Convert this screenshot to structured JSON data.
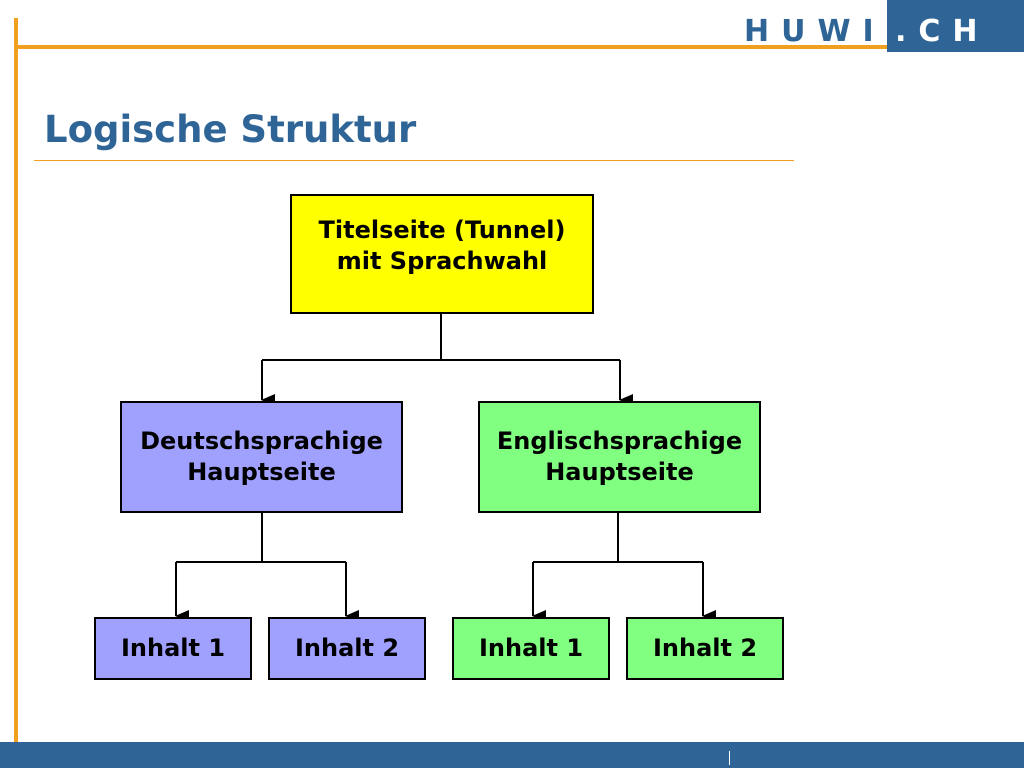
{
  "header": {
    "logo_left": "HUWI",
    "logo_right": ".CH"
  },
  "slide": {
    "title": "Logische Struktur"
  },
  "diagram": {
    "root": "Titelseite (Tunnel)\nmit Sprachwahl",
    "branches": [
      {
        "label": "Deutschsprachige\nHauptseite",
        "color": "#a0a0ff",
        "children": [
          "Inhalt 1",
          "Inhalt 2"
        ]
      },
      {
        "label": "Englischsprachige\nHauptseite",
        "color": "#80ff80",
        "children": [
          "Inhalt 1",
          "Inhalt 2"
        ]
      }
    ],
    "root_color": "#ffff00"
  },
  "colors": {
    "brand_blue": "#2f6496",
    "accent_orange": "#f0a01e"
  }
}
